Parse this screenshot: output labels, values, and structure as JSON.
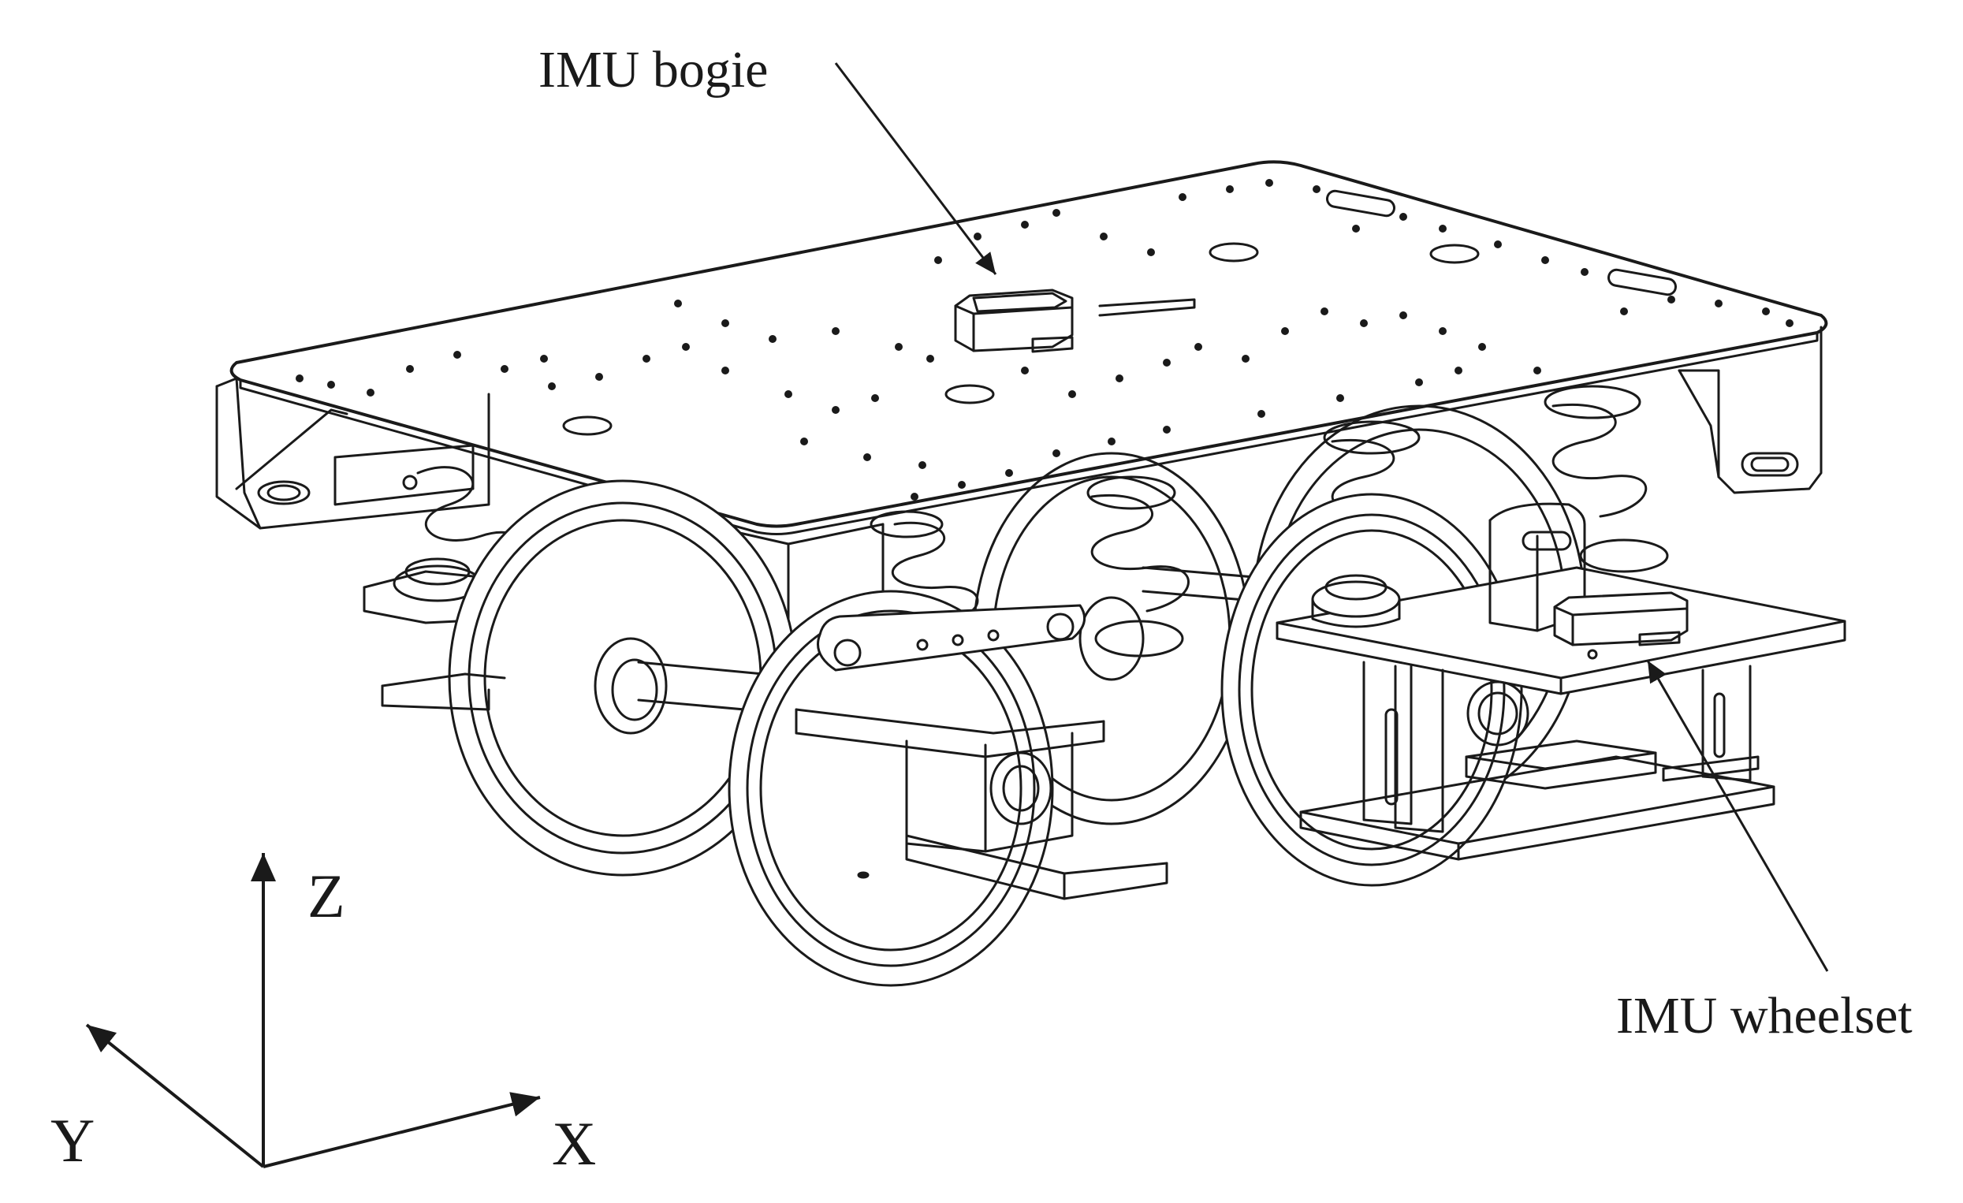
{
  "labels": {
    "imu_bogie": "IMU bogie",
    "imu_wheelset": "IMU wheelset"
  },
  "axes": {
    "z": "Z",
    "y": "Y",
    "x": "X"
  },
  "colors": {
    "line": "#1a1a1a",
    "background": "#ffffff"
  }
}
